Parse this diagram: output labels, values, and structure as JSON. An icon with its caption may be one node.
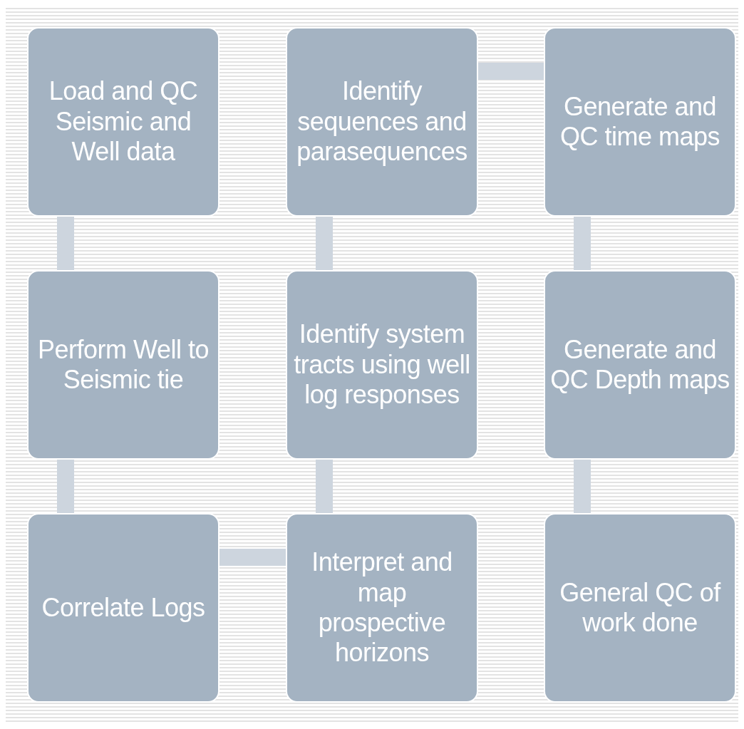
{
  "diagram": {
    "nodes": [
      {
        "text": [
          "Load and QC Seismic and Well data"
        ]
      },
      {
        "text": [
          "Identify sequences and parasequences"
        ]
      },
      {
        "text": [
          "Generate and QC time maps"
        ]
      },
      {
        "text": [
          "Perform Well to Seismic tie"
        ]
      },
      {
        "text": [
          "Identify system tracts using well log responses"
        ]
      },
      {
        "text": [
          "Generate and QC Depth maps"
        ]
      },
      {
        "text": [
          "Correlate Logs"
        ]
      },
      {
        "text": [
          "Interpret and map prospective horizons"
        ]
      },
      {
        "text": [
          "General QC of work done"
        ]
      }
    ],
    "edges": [
      {
        "from": 0,
        "to": 3,
        "arrow": "none"
      },
      {
        "from": 3,
        "to": 6,
        "arrow": "none"
      },
      {
        "from": 6,
        "to": 7,
        "arrow": "none"
      },
      {
        "from": 7,
        "to": 4,
        "arrow": "none"
      },
      {
        "from": 4,
        "to": 1,
        "arrow": "none"
      },
      {
        "from": 1,
        "to": 2,
        "arrow": "none"
      },
      {
        "from": 2,
        "to": 5,
        "arrow": "none"
      },
      {
        "from": 5,
        "to": 8,
        "arrow": "none"
      }
    ]
  }
}
